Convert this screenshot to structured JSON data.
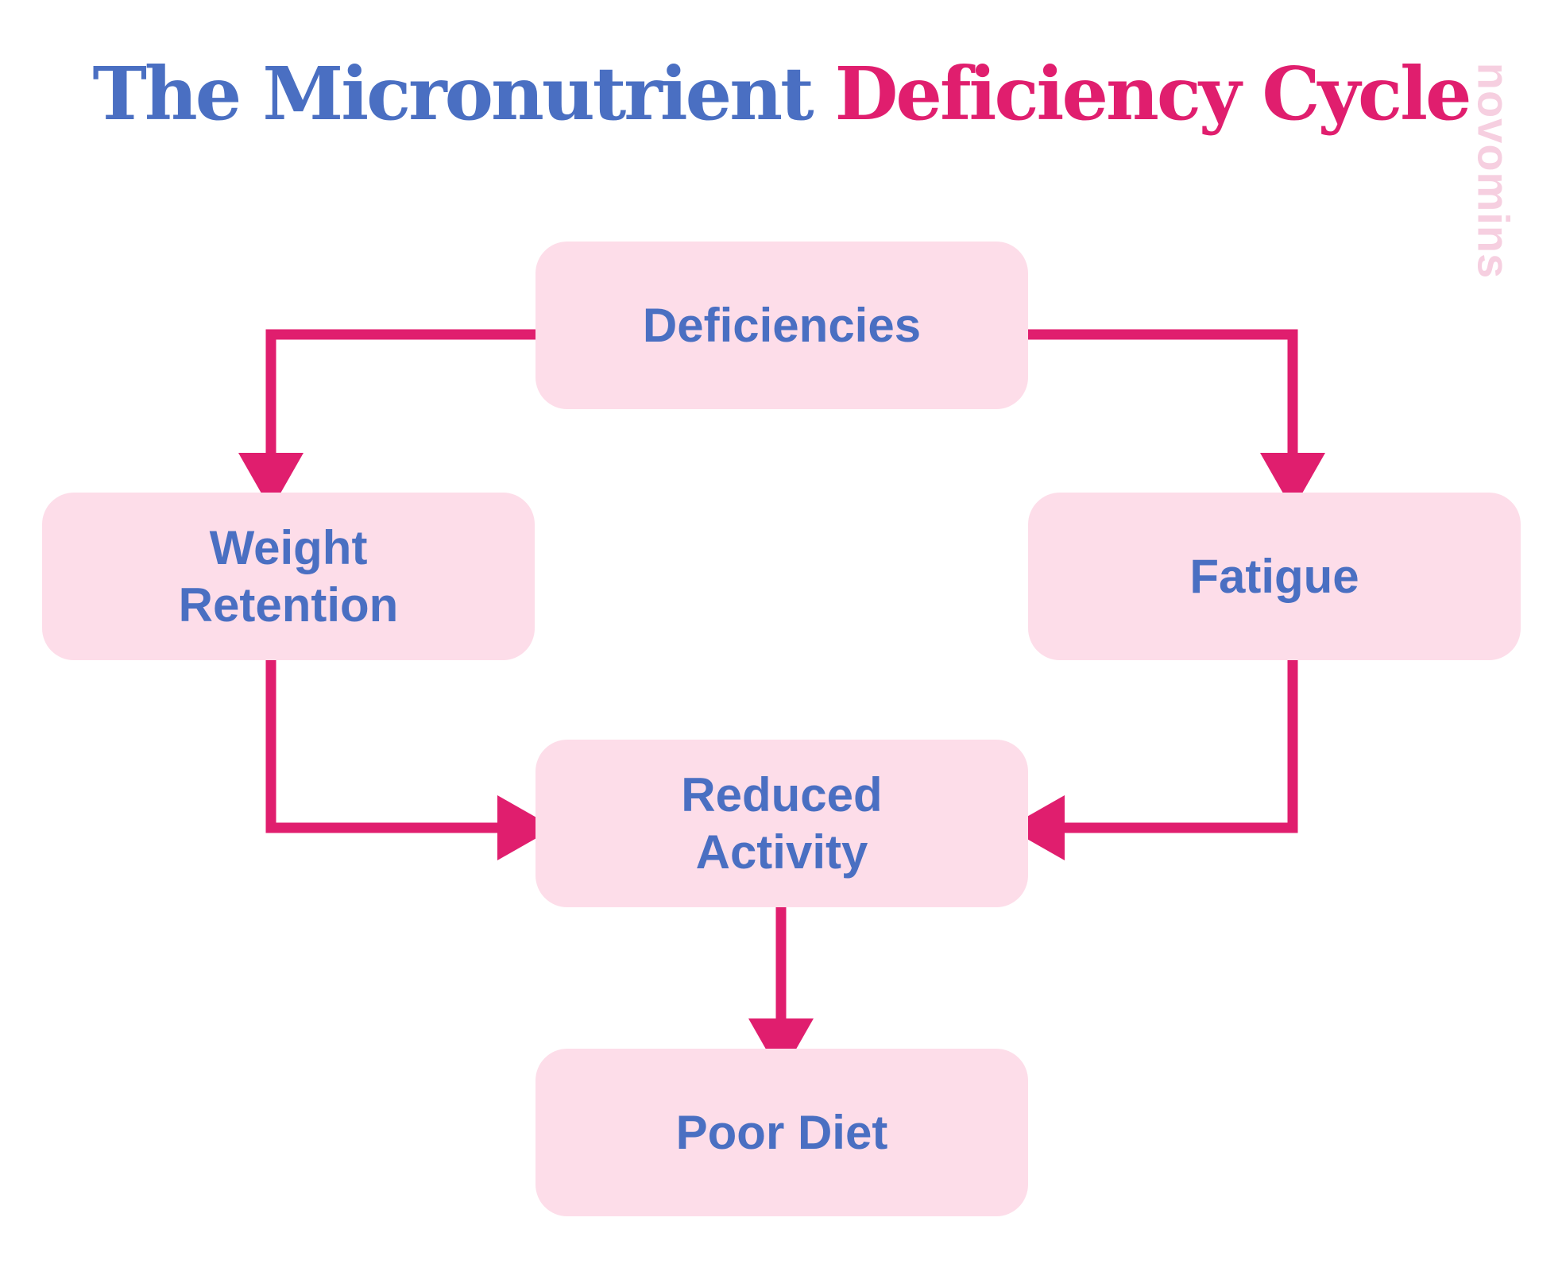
{
  "title": {
    "part1": "The Micronutrient",
    "part2": "Deficiency Cycle"
  },
  "watermark": "novomins",
  "colors": {
    "title_blue": "#4a6fc2",
    "title_pink": "#e01e6e",
    "box_fill": "#fddde9",
    "box_text": "#4a6fc2",
    "arrow": "#e01e6e",
    "watermark": "#f6cfe0"
  },
  "nodes": {
    "deficiencies": "Deficiencies",
    "weight_retention": "Weight\nRetention",
    "fatigue": "Fatigue",
    "reduced_activity": "Reduced\nActivity",
    "poor_diet": "Poor Diet"
  },
  "edges": [
    {
      "from": "deficiencies",
      "to": "weight_retention"
    },
    {
      "from": "deficiencies",
      "to": "fatigue"
    },
    {
      "from": "weight_retention",
      "to": "reduced_activity"
    },
    {
      "from": "fatigue",
      "to": "reduced_activity"
    },
    {
      "from": "reduced_activity",
      "to": "poor_diet"
    }
  ]
}
